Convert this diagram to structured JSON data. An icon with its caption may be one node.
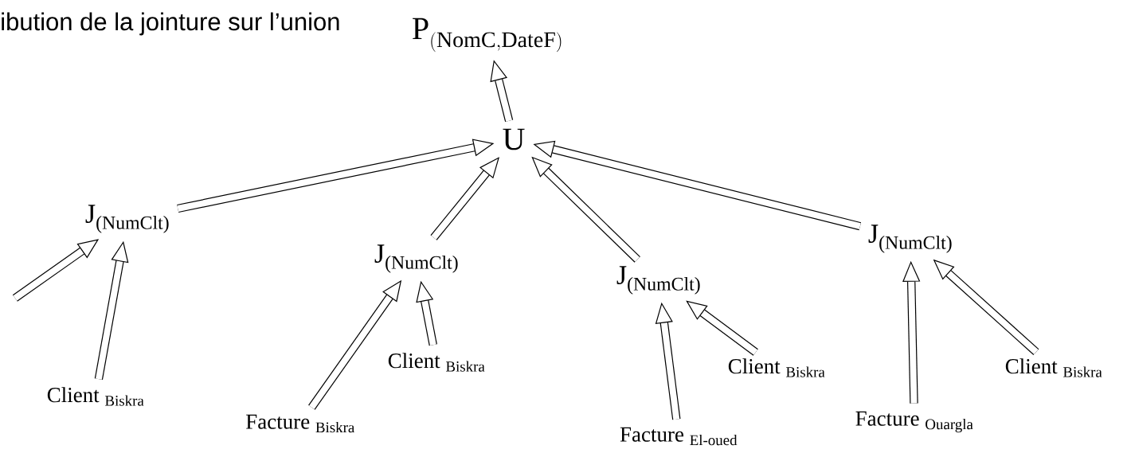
{
  "diagram": {
    "title": "ibution de la jointure  sur l’union",
    "nodes": [
      {
        "text": [
          "\\mathrm{P}_{(\\mathrm{NomC,DateF})}"
        ]
      },
      {
        "text": [
          "U"
        ]
      },
      {
        "text": [
          "J$_{(NumClt)}$"
        ]
      },
      {
        "text": [
          "J$_{(NumClt)}$"
        ]
      },
      {
        "text": [
          "J$_{(NumClt)}$"
        ]
      },
      {
        "text": [
          "J$_{(NumClt)}$"
        ]
      },
      {
        "text": [
          "Client $_{Biskra}$"
        ]
      },
      {
        "text": [
          "Client $_{Biskra}$"
        ]
      },
      {
        "text": [
          "Facture $_{Biskra}$"
        ]
      },
      {
        "text": [
          "Client $_{Biskra}$"
        ]
      },
      {
        "text": [
          "Facture $_{El-oued}$"
        ]
      },
      {
        "text": [
          "Client $_{Biskra}$"
        ]
      },
      {
        "text": [
          "Facture $_{Ouargla}$"
        ]
      }
    ],
    "edges": [
      {
        "from": 1,
        "to": 0,
        "arrow": "to"
      },
      {
        "from": 2,
        "to": 1,
        "arrow": "to"
      },
      {
        "from": 3,
        "to": 1,
        "arrow": "to"
      },
      {
        "from": 4,
        "to": 1,
        "arrow": "to"
      },
      {
        "from": 5,
        "to": 1,
        "arrow": "to"
      },
      {
        "from": null,
        "to": 2,
        "arrow": "to"
      },
      {
        "from": 6,
        "to": 2,
        "arrow": "to"
      },
      {
        "from": 8,
        "to": 3,
        "arrow": "to"
      },
      {
        "from": 7,
        "to": 3,
        "arrow": "to"
      },
      {
        "from": 10,
        "to": 4,
        "arrow": "to"
      },
      {
        "from": 9,
        "to": 4,
        "arrow": "to"
      },
      {
        "from": 12,
        "to": 5,
        "arrow": "to"
      },
      {
        "from": 11,
        "to": 5,
        "arrow": "to"
      }
    ]
  }
}
